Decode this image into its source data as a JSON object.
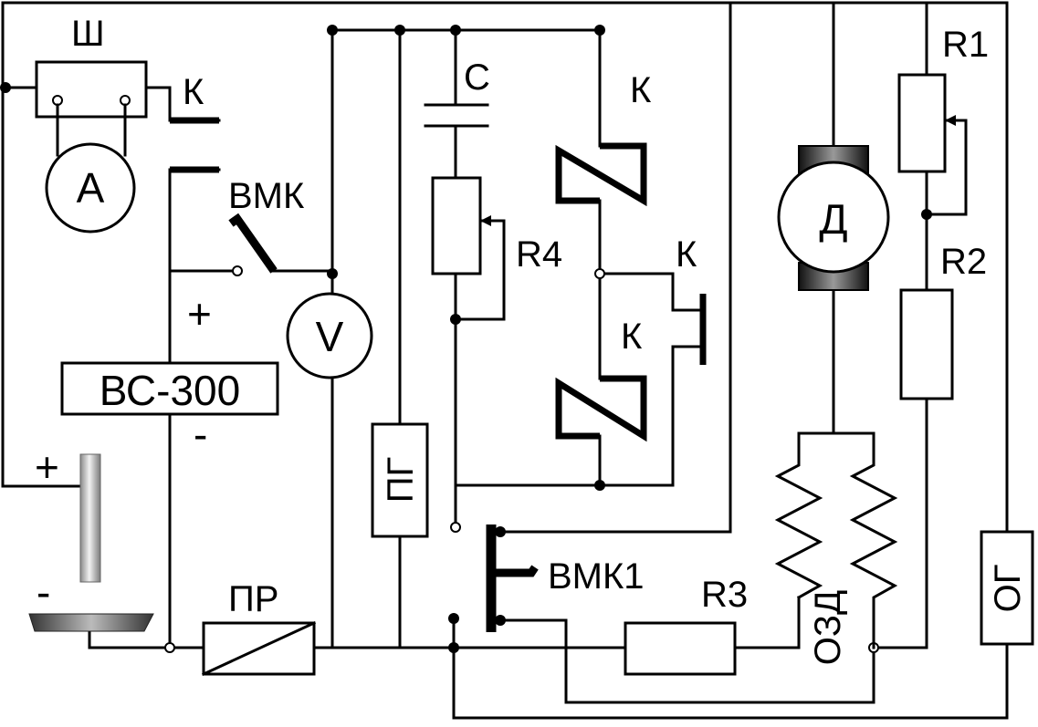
{
  "labels": {
    "shunt": "Ш",
    "k_top": "К",
    "ammeter": "А",
    "vmk": "ВМК",
    "plus_vc": "+",
    "voltmeter": "V",
    "vc300": "ВС-300",
    "minus_vc": "-",
    "plus_electrode": "+",
    "minus_electrode": "-",
    "pr": "ПР",
    "pg": "ПГ",
    "capacitor": "С",
    "r4": "R4",
    "k_upper": "К",
    "k_mid": "К",
    "k_lower": "К",
    "vmk1": "ВМК1",
    "r3": "R3",
    "motor": "Д",
    "ozd": "ОЗД",
    "r1": "R1",
    "r2": "R2",
    "og": "ОГ"
  }
}
